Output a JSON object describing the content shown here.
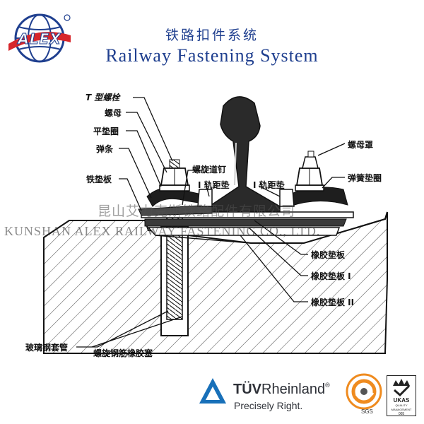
{
  "header": {
    "logo_text": "ALEX",
    "title_cn": "铁路扣件系统",
    "title_en": "Railway Fastening System"
  },
  "diagram": {
    "labels_left": [
      "T 型螺栓",
      "螺母",
      "平垫圈",
      "弹条",
      "铁垫板"
    ],
    "labels_center": [
      "螺旋道钉",
      "I 轨距垫",
      "I 轨距垫"
    ],
    "labels_right": [
      "螺母罩",
      "弹簧垫圈"
    ],
    "labels_pads": [
      "橡胶垫板",
      "橡胶垫板 I",
      "橡胶垫板 II"
    ],
    "labels_bottom": [
      "玻璃钢套管",
      "螺旋钢筋橡胶塞"
    ]
  },
  "watermark": {
    "cn": "昆山艾力克斯铁路配件有限公司",
    "en": "KUNSHAN ALEX RAILWAY FASTENING CO., LTD."
  },
  "certification": {
    "tuv_name_bold": "TÜV",
    "tuv_name_rest": "Rheinland",
    "tuv_mark": "®",
    "tuv_tagline": "Precisely Right.",
    "sgs_text": "SGS",
    "ukas_text": "UKAS",
    "ukas_sub": "QUALITY MANAGEMENT",
    "ukas_num": "005"
  },
  "colors": {
    "brand_blue": "#1f3f8f",
    "logo_red": "#d7262b",
    "tuv_blue": "#1870b9",
    "sgs_orange": "#ef8b1f"
  }
}
